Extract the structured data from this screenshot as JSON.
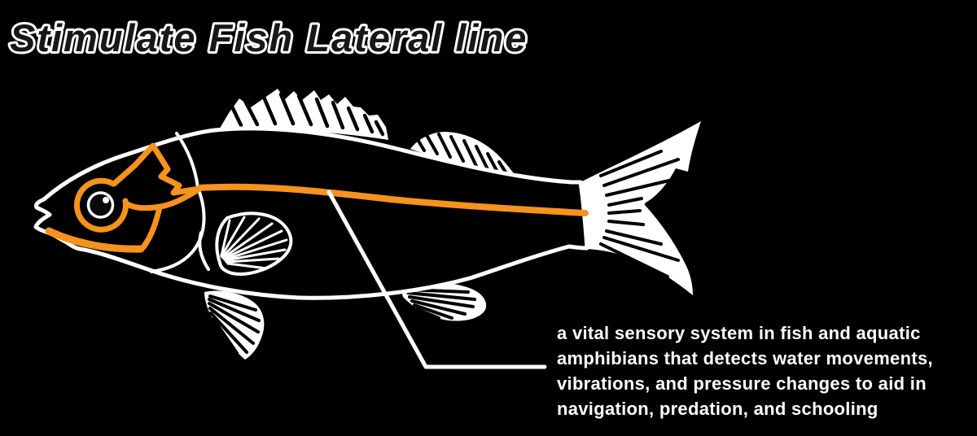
{
  "title": "Stimulate Fish Lateral line",
  "annotation": {
    "lines": [
      "a vital sensory system in fish and aquatic",
      "amphibians that detects water movements,",
      "vibrations, and pressure changes to aid in",
      "navigation, predation, and schooling"
    ]
  },
  "colors": {
    "background": "#000000",
    "outline": "#FFFFFF",
    "lateral_line": "#F6921E",
    "title_fill": "#171717"
  }
}
